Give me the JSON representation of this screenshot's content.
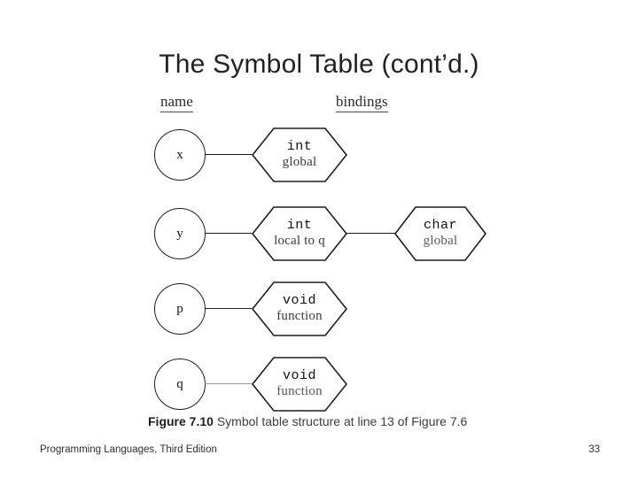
{
  "slide": {
    "title": "The Symbol Table (cont’d.)",
    "page_number": "33",
    "footer_text": "Programming Languages, Third Edition"
  },
  "figure": {
    "caption_number": "Figure 7.10",
    "caption_text": "Symbol table structure at line 13 of Figure 7.6",
    "headers": {
      "name": "name",
      "bindings": "bindings"
    },
    "rows": [
      {
        "name": "x",
        "bindings": [
          {
            "type": "int",
            "scope": "global"
          }
        ]
      },
      {
        "name": "y",
        "bindings": [
          {
            "type": "int",
            "scope": "local to q"
          },
          {
            "type": "char",
            "scope": "global"
          }
        ]
      },
      {
        "name": "p",
        "bindings": [
          {
            "type": "void",
            "scope": "function"
          }
        ]
      },
      {
        "name": "q",
        "bindings": [
          {
            "type": "void",
            "scope": "function"
          }
        ]
      }
    ]
  },
  "colors": {
    "ink": "#1d1d1d",
    "background": "#ffffff",
    "text": "#222222"
  }
}
